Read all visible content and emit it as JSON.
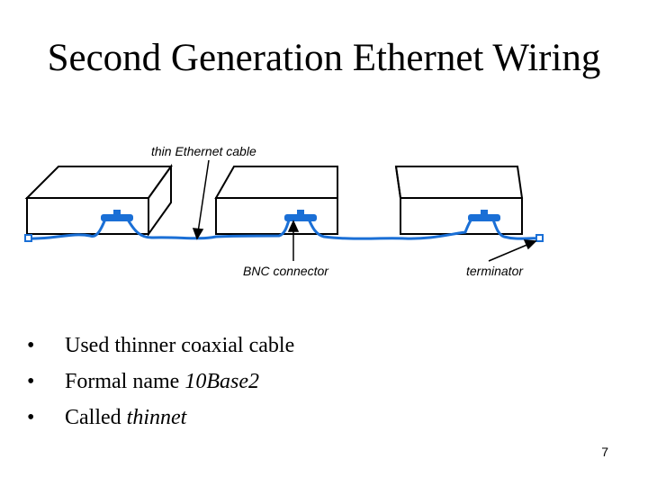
{
  "slide": {
    "title": "Second Generation Ethernet Wiring",
    "figure": {
      "labels": {
        "cable": "thin Ethernet cable",
        "connector": "BNC connector",
        "terminator": "terminator"
      },
      "colors": {
        "cable": "#1a6fd6",
        "outline": "#000000",
        "box_fill": "#ffffff"
      },
      "device_count": 3
    },
    "bullets": [
      {
        "marker": "•",
        "text": "Used thinner coaxial cable",
        "emphasis": ""
      },
      {
        "marker": "•",
        "text": "Formal name ",
        "emphasis": "10Base2"
      },
      {
        "marker": "•",
        "text": "Called ",
        "emphasis": "thinnet"
      }
    ],
    "page_number": "7"
  }
}
